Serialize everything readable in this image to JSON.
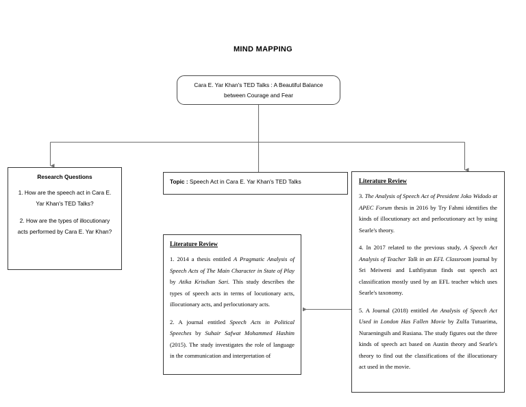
{
  "page": {
    "title": "MIND MAPPING"
  },
  "root": {
    "text": "Cara E. Yar Khan's TED Talks : A Beautiful Balance between Courage and Fear"
  },
  "research_questions": {
    "heading": "Research Questions",
    "items": [
      "1. How are the speech act in Cara E. Yar Khan's TED Talks?",
      "2. How are the types of illocutionary acts performed by Cara E. Yar Khan?"
    ]
  },
  "topic": {
    "label": "Topic :",
    "value": "Speech Act in Cara E. Yar Khan's TED Talks",
    "full": "Topic : Speech Act in Cara E. Yar Khan's TED Talks"
  },
  "literature_review_middle": {
    "heading": "Literature Review",
    "items": [
      {
        "number": "1.",
        "pre": "1. 2014 a thesis entitled ",
        "italic": "A Pragmatic Analysis of Speech Acts of The Main Character in State of Play",
        "mid": " by ",
        "italic2": "Atika Krisdian Sari.",
        "post": " This study describes the types of speech acts in terms of locutionary acts, illocutionary acts, and perlocutionary acts.",
        "full": "1. 2014 a thesis entitled A Pragmatic Analysis of Speech Acts of The Main Character in State of Play by Atika Krisdian Sari. This study describes the types of speech acts in terms of locutionary acts, illocutionary acts, and perlocutionary acts."
      },
      {
        "number": "2.",
        "pre": "2. A journal entitled ",
        "italic": "Speech Acts in Political Speeches",
        "mid": " by ",
        "italic2": "Suhair Safwat Mohammed Hashim",
        "post": " (2015). The study investigates the role of language in the communication and interpretation of",
        "full": "2. A journal entitled Speech Acts in Political Speeches by Suhair Safwat Mohammed Hashim (2015). The study investigates the role of language in the communication and interpretation of"
      }
    ]
  },
  "literature_review_right": {
    "heading": "Literature Review",
    "items": [
      {
        "number": "3.",
        "pre": "3. ",
        "italic": "The Analysis of Speech Act of President Joko Widodo at APEC Forum",
        "post": " thesis in 2016 by Try Fahmi identifies the kinds of illocutionary act and perlocutionary act by using Searle's theory.",
        "full": "3. The Analysis of Speech Act of President Joko Widodo at APEC Forum thesis in 2016 by Try Fahmi identifies the kinds of illocutionary act and perlocutionary act by using Searle's theory."
      },
      {
        "number": "4.",
        "pre": "4. In 2017 related to the previous study, ",
        "italic": "A Speech Act Analysis of Teacher Talk in an EFL Classroom",
        "post": " journal by Sri Meiweni and Luthfiyatun finds out speech act classification mostly used by an EFL teacher which uses Searle's taxonomy.",
        "full": "4. In 2017 related to the previous study, A Speech Act Analysis of Teacher Talk in an EFL Classroom journal by Sri Meiweni and Luthfiyatun finds out speech act classification mostly used by an EFL teacher which uses Searle's taxonomy."
      },
      {
        "number": "5.",
        "pre": "5. A Journal (2018) entitled ",
        "italic": "An Analysis of Speech Act Used in London Has Fallen Movie",
        "post": " by Zulfa Tutuarima, Nuraeningsih and Rusiana. The study figures out the three kinds of speech act based on Austin theory and Searle's theory to find out the classifications of the illocutionary act used in the movie.",
        "full": "5. A Journal (2018) entitled An Analysis of Speech Act Used in London Has Fallen Movie by Zulfa Tutuarima, Nuraeningsih and Rusiana. The study figures out the three kinds of speech act based on Austin theory and Searle's theory to find out the classifications of the illocutionary act used in the movie."
      }
    ]
  },
  "colors": {
    "line": "#6e6e6e",
    "box_border": "#333333",
    "root_border": "#4a4a4a",
    "background": "#ffffff",
    "text": "#000000"
  }
}
